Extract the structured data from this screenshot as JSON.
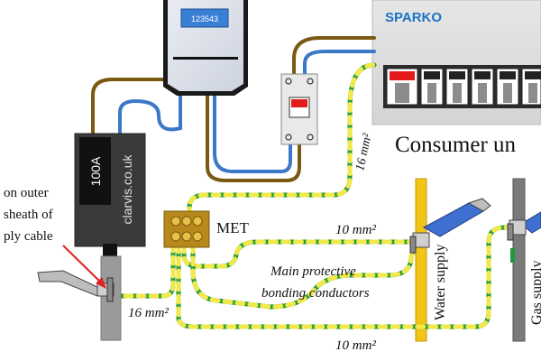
{
  "meter": {
    "reading": "123543"
  },
  "service_head": {
    "rating": "100A",
    "brand": "clarvis.co.uk"
  },
  "consumer_unit": {
    "brand": "SPARKO",
    "label": "Consumer un"
  },
  "labels": {
    "met": "MET",
    "sheath_note": [
      "on outer",
      "sheath of",
      "ply cable"
    ],
    "main_protective": [
      "Main protective",
      "bonding conductors"
    ],
    "water_supply": "Water supply",
    "gas_supply": "Gas supply"
  },
  "sizes": {
    "tails_earth": "16 mm²",
    "earth_conductor": "16 mm²",
    "water_bond": "10 mm²",
    "gas_bond": "10 mm²"
  },
  "colors": {
    "brown": "#7a5a12",
    "blue": "#3b78c7",
    "earth_green": "#1f9a3a",
    "earth_yellow": "#f2e84a",
    "met_bar": "#b7881c",
    "water_pipe": "#f0c419",
    "gas_pipe": "#777777",
    "arrow": "#e02020",
    "cu_red": "#e31b1b",
    "brand_blue": "#1a73c7"
  }
}
